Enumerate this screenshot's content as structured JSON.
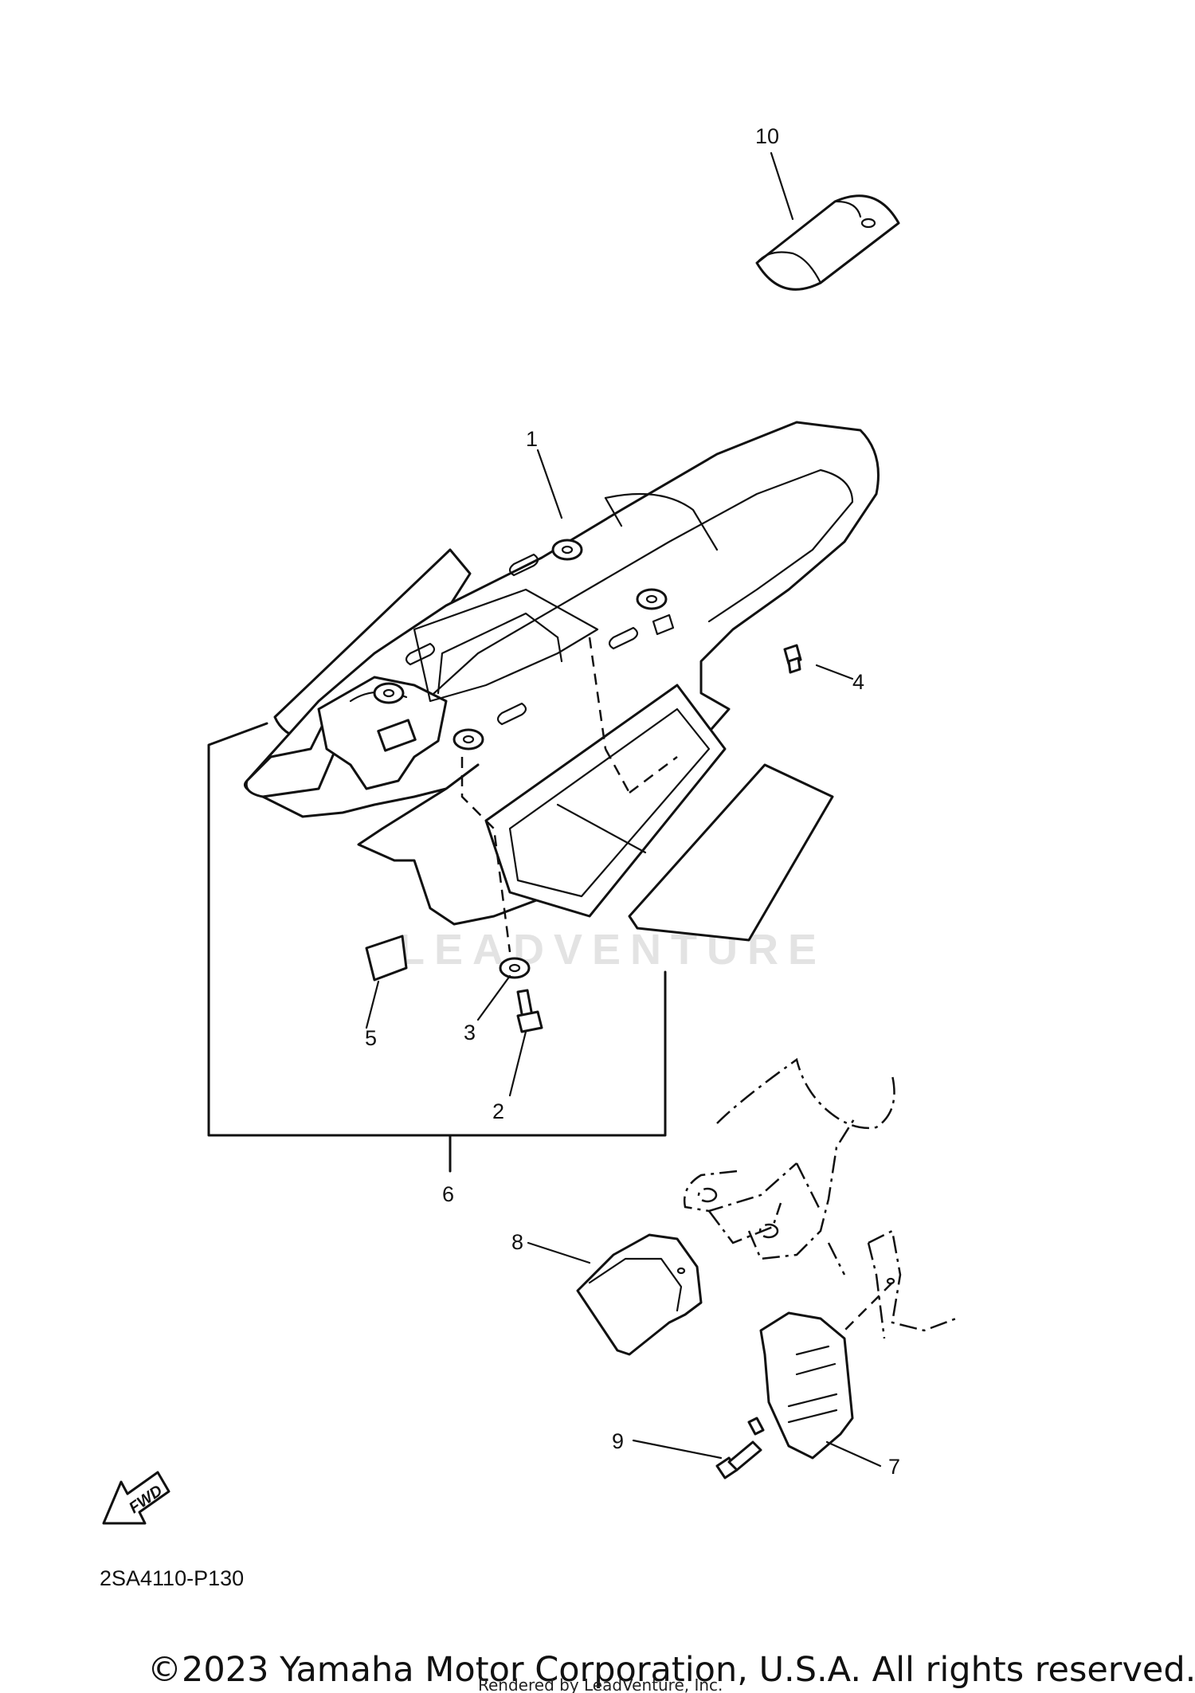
{
  "diagram": {
    "callouts": [
      "1",
      "2",
      "3",
      "4",
      "5",
      "6",
      "7",
      "8",
      "9",
      "10"
    ],
    "fwd_label": "FWD",
    "diagram_code": "2SA4110-P130",
    "watermark": "LEADVENTURE",
    "copyright": "©2023 Yamaha Motor Corporation, U.S.A. All rights reserved.",
    "rendered_by": "Rendered by LeadVenture, Inc."
  }
}
